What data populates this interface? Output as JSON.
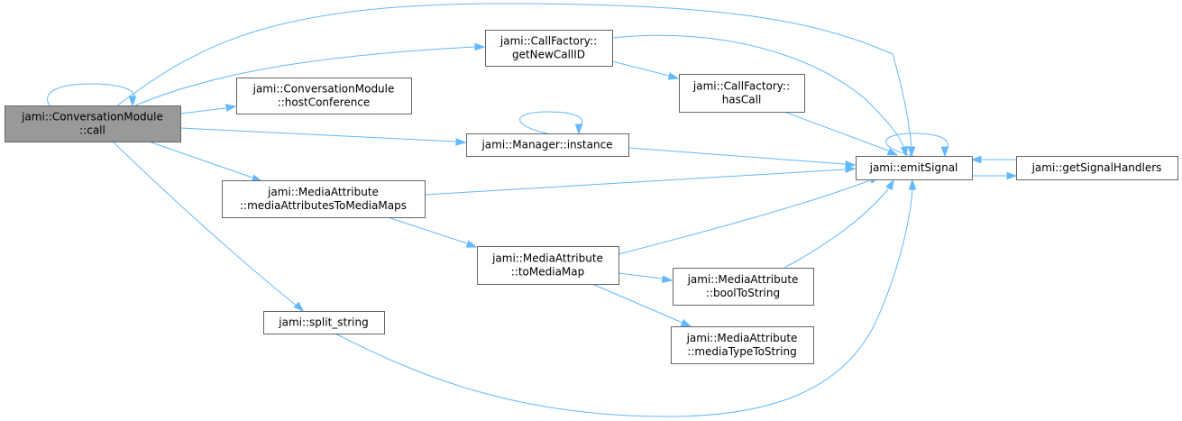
{
  "diagram": {
    "nodes": [
      {
        "id": "call",
        "lines": [
          "jami::ConversationModule",
          "::call"
        ],
        "root": true
      },
      {
        "id": "hostConference",
        "lines": [
          "jami::ConversationModule",
          "::hostConference"
        ]
      },
      {
        "id": "getNewCallID",
        "lines": [
          "jami::CallFactory::",
          "getNewCallID"
        ]
      },
      {
        "id": "hasCall",
        "lines": [
          "jami::CallFactory::",
          "hasCall"
        ]
      },
      {
        "id": "instance",
        "lines": [
          "jami::Manager::instance"
        ]
      },
      {
        "id": "emitSignal",
        "lines": [
          "jami::emitSignal"
        ]
      },
      {
        "id": "getSignalHandlers",
        "lines": [
          "jami::getSignalHandlers"
        ]
      },
      {
        "id": "mediaAttributesToMediaMaps",
        "lines": [
          "jami::MediaAttribute",
          "::mediaAttributesToMediaMaps"
        ]
      },
      {
        "id": "toMediaMap",
        "lines": [
          "jami::MediaAttribute",
          "::toMediaMap"
        ]
      },
      {
        "id": "boolToString",
        "lines": [
          "jami::MediaAttribute",
          "::boolToString"
        ]
      },
      {
        "id": "mediaTypeToString",
        "lines": [
          "jami::MediaAttribute",
          "::mediaTypeToString"
        ]
      },
      {
        "id": "split_string",
        "lines": [
          "jami::split_string"
        ]
      }
    ],
    "edges": [
      {
        "from": "call",
        "to": "call"
      },
      {
        "from": "call",
        "to": "emitSignal"
      },
      {
        "from": "call",
        "to": "getNewCallID"
      },
      {
        "from": "call",
        "to": "hostConference"
      },
      {
        "from": "call",
        "to": "instance"
      },
      {
        "from": "call",
        "to": "mediaAttributesToMediaMaps"
      },
      {
        "from": "call",
        "to": "split_string"
      },
      {
        "from": "getNewCallID",
        "to": "emitSignal"
      },
      {
        "from": "getNewCallID",
        "to": "hasCall"
      },
      {
        "from": "hasCall",
        "to": "emitSignal"
      },
      {
        "from": "instance",
        "to": "instance"
      },
      {
        "from": "instance",
        "to": "emitSignal"
      },
      {
        "from": "emitSignal",
        "to": "emitSignal"
      },
      {
        "from": "emitSignal",
        "to": "getSignalHandlers"
      },
      {
        "from": "getSignalHandlers",
        "to": "emitSignal"
      },
      {
        "from": "mediaAttributesToMediaMaps",
        "to": "emitSignal"
      },
      {
        "from": "mediaAttributesToMediaMaps",
        "to": "toMediaMap"
      },
      {
        "from": "toMediaMap",
        "to": "emitSignal"
      },
      {
        "from": "toMediaMap",
        "to": "boolToString"
      },
      {
        "from": "toMediaMap",
        "to": "mediaTypeToString"
      },
      {
        "from": "boolToString",
        "to": "emitSignal"
      },
      {
        "from": "split_string",
        "to": "emitSignal"
      }
    ],
    "colors": {
      "edge": "#63b8ff",
      "root_fill": "#999999",
      "border": "#666666"
    }
  }
}
